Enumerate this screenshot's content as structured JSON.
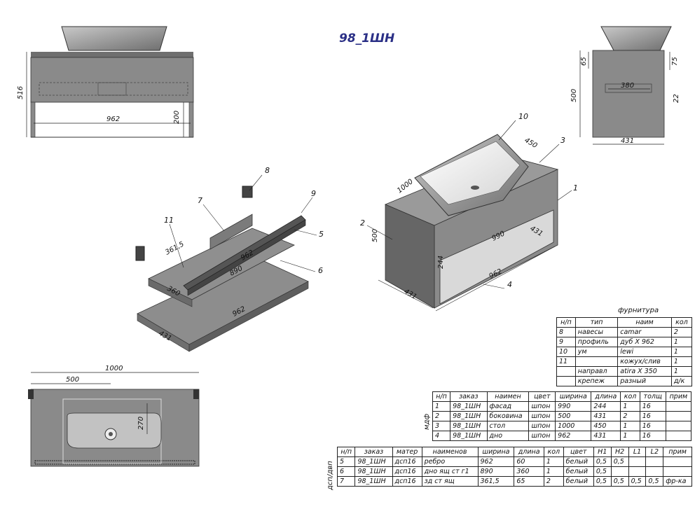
{
  "title": "98_1ШН",
  "front_view": {
    "dims": [
      "516",
      "962",
      "200"
    ]
  },
  "side_view": {
    "dims": [
      "65",
      "75",
      "500",
      "380",
      "22",
      "431"
    ]
  },
  "exploded_view": {
    "dims": [
      "361,5",
      "360",
      "890",
      "962",
      "431",
      "962"
    ],
    "callouts": [
      "8",
      "9",
      "7",
      "11",
      "5",
      "6"
    ]
  },
  "assembled_view": {
    "dims": [
      "1000",
      "450",
      "500",
      "244",
      "990",
      "431",
      "962",
      "431"
    ],
    "callouts": [
      "10",
      "3",
      "1",
      "2",
      "4"
    ]
  },
  "top_view": {
    "dims": [
      "1000",
      "500",
      "270"
    ]
  },
  "hardware_table": {
    "caption": "фурнитура",
    "headers": [
      "н/п",
      "тип",
      "наим",
      "кол"
    ],
    "rows": [
      [
        "8",
        "навесы",
        "camar",
        "2"
      ],
      [
        "9",
        "профиль",
        "дуб X 962",
        "1"
      ],
      [
        "10",
        "ум",
        "lewi",
        "1"
      ],
      [
        "11",
        "",
        "кожух/слив",
        "1"
      ],
      [
        "",
        "направл",
        "atira X 350",
        "1"
      ],
      [
        "",
        "крепеж",
        "разный",
        "д/к"
      ]
    ]
  },
  "mdf_table": {
    "side_label": "мдф",
    "headers": [
      "н/п",
      "заказ",
      "наимен",
      "цвет",
      "ширина",
      "длина",
      "кол",
      "толщ",
      "прим"
    ],
    "rows": [
      [
        "1",
        "98_1ШН",
        "фасад",
        "шпон",
        "990",
        "244",
        "1",
        "16",
        ""
      ],
      [
        "2",
        "98_1ШН",
        "боковина",
        "шпон",
        "500",
        "431",
        "2",
        "16",
        ""
      ],
      [
        "3",
        "98_1ШН",
        "стол",
        "шпон",
        "1000",
        "450",
        "1",
        "16",
        ""
      ],
      [
        "4",
        "98_1ШН",
        "дно",
        "шпон",
        "962",
        "431",
        "1",
        "16",
        ""
      ]
    ]
  },
  "dsp_table": {
    "side_label": "дсп/двп",
    "headers": [
      "н/п",
      "заказ",
      "матер",
      "наименов",
      "ширина",
      "длина",
      "кол",
      "цвет",
      "H1",
      "H2",
      "L1",
      "L2",
      "прим"
    ],
    "rows": [
      [
        "5",
        "98_1ШН",
        "дсп16",
        "ребро",
        "962",
        "60",
        "1",
        "белый",
        "0,5",
        "0,5",
        "",
        "",
        ""
      ],
      [
        "6",
        "98_1ШН",
        "дсп16",
        "дно ящ ст г1",
        "890",
        "360",
        "1",
        "белый",
        "0,5",
        "",
        "",
        "",
        ""
      ],
      [
        "7",
        "98_1ШН",
        "дсп16",
        "зд ст ящ",
        "361,5",
        "65",
        "2",
        "белый",
        "0,5",
        "0,5",
        "0,5",
        "0,5",
        "фр-ка"
      ]
    ]
  }
}
